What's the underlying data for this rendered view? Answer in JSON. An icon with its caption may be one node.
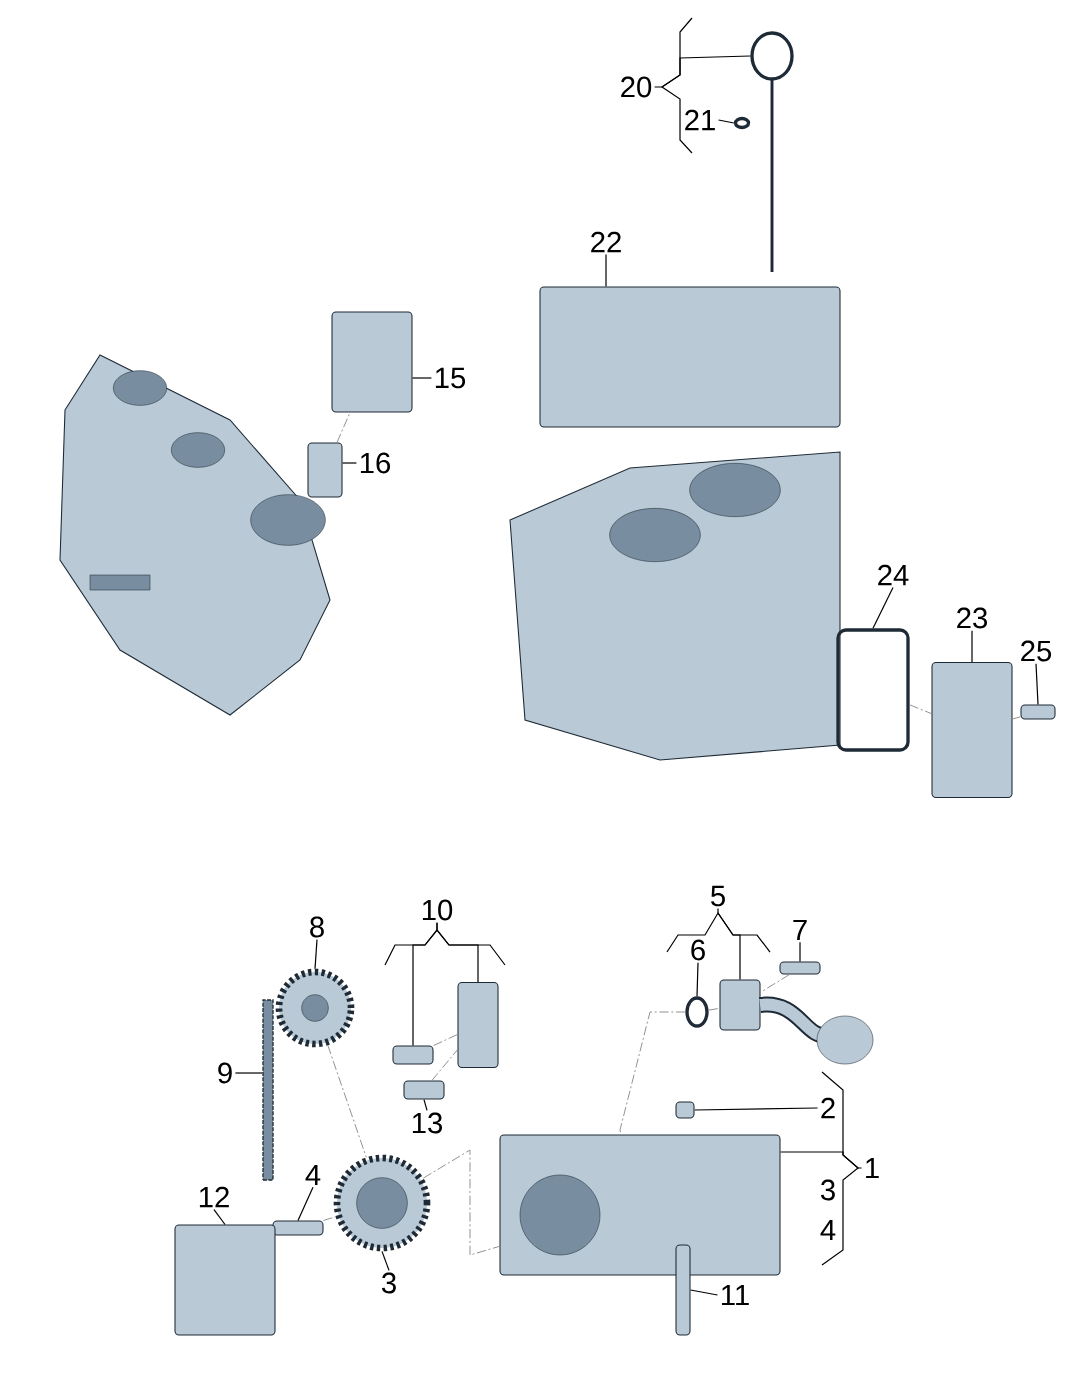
{
  "diagram": {
    "nodes": [
      {
        "text": [
          "20"
        ]
      },
      {
        "text": [
          "21"
        ]
      },
      {
        "text": [
          "22"
        ]
      },
      {
        "text": [
          "15"
        ]
      },
      {
        "text": [
          "16"
        ]
      },
      {
        "text": [
          "24"
        ]
      },
      {
        "text": [
          "23"
        ]
      },
      {
        "text": [
          "25"
        ]
      },
      {
        "text": [
          "10"
        ]
      },
      {
        "text": [
          "8"
        ]
      },
      {
        "text": [
          "9"
        ]
      },
      {
        "text": [
          "13"
        ]
      },
      {
        "text": [
          "5"
        ]
      },
      {
        "text": [
          "6"
        ]
      },
      {
        "text": [
          "7"
        ]
      },
      {
        "text": [
          "2"
        ]
      },
      {
        "text": [
          "1"
        ]
      },
      {
        "text": [
          "4"
        ]
      },
      {
        "text": [
          "12"
        ]
      },
      {
        "text": [
          "3"
        ]
      },
      {
        "text": [
          "11"
        ]
      },
      {
        "text": [],
        "shape": "picture"
      },
      {
        "text": [],
        "shape": "circle"
      },
      {
        "text": [],
        "shape": "box"
      },
      {
        "text": [],
        "shape": "box"
      },
      {
        "text": [],
        "shape": "box"
      },
      {
        "text": [],
        "shape": "box"
      },
      {
        "text": [],
        "shape": "box"
      },
      {
        "text": [],
        "shape": "box"
      },
      {
        "text": [],
        "shape": "box"
      },
      {
        "text": [],
        "shape": "box"
      },
      {
        "text": [],
        "shape": "box"
      },
      {
        "text": [],
        "shape": "picture"
      },
      {
        "text": [],
        "shape": "bar"
      },
      {
        "text": [],
        "shape": "picture"
      },
      {
        "text": [],
        "shape": "circle"
      },
      {
        "text": [],
        "shape": "box"
      },
      {
        "text": [],
        "shape": "box"
      },
      {
        "text": [],
        "shape": "picture"
      },
      {
        "text": [],
        "shape": "box"
      },
      {
        "text": [],
        "shape": "box"
      },
      {
        "text": [],
        "shape": "picture"
      },
      {
        "text": [],
        "shape": "box"
      }
    ],
    "edges": [
      {
        "from": 0,
        "to": 21,
        "arrow": "none"
      },
      {
        "from": 1,
        "to": 22,
        "arrow": "none"
      },
      {
        "from": 2,
        "to": 23,
        "arrow": "none"
      },
      {
        "from": 3,
        "to": 24,
        "arrow": "none"
      },
      {
        "from": 4,
        "to": 25,
        "arrow": "none"
      },
      {
        "from": 5,
        "to": 26,
        "arrow": "none"
      },
      {
        "from": 6,
        "to": 27,
        "arrow": "none"
      },
      {
        "from": 7,
        "to": 28,
        "arrow": "none"
      },
      {
        "from": 8,
        "to": 30,
        "arrow": "none"
      },
      {
        "from": 8,
        "to": 29,
        "arrow": "none"
      },
      {
        "from": 9,
        "to": 32,
        "arrow": "none"
      },
      {
        "from": 10,
        "to": 33,
        "arrow": "none"
      },
      {
        "from": 11,
        "to": 31,
        "arrow": "none"
      },
      {
        "from": 12,
        "to": 34,
        "arrow": "none"
      },
      {
        "from": 13,
        "to": 35,
        "arrow": "none"
      },
      {
        "from": 14,
        "to": 36,
        "arrow": "none"
      },
      {
        "from": 15,
        "to": 37,
        "arrow": "none"
      },
      {
        "from": 16,
        "to": 38,
        "arrow": "none"
      },
      {
        "from": 17,
        "to": 39,
        "arrow": "none"
      },
      {
        "from": 18,
        "to": 40,
        "arrow": "none"
      },
      {
        "from": 19,
        "to": 41,
        "arrow": "none"
      },
      {
        "from": 20,
        "to": 42,
        "arrow": "none"
      },
      {
        "from": 25,
        "to": 24,
        "arrow": "none",
        "style": "dashed",
        "color": "#8a8a8a"
      },
      {
        "from": 26,
        "to": 27,
        "arrow": "none",
        "style": "dashed",
        "color": "#8a8a8a"
      },
      {
        "from": 27,
        "to": 28,
        "arrow": "none",
        "style": "dashed",
        "color": "#8a8a8a"
      },
      {
        "from": 35,
        "to": 34,
        "arrow": "none",
        "style": "dashed",
        "color": "#8a8a8a"
      },
      {
        "from": 39,
        "to": 41,
        "arrow": "none",
        "style": "dashed",
        "color": "#8a8a8a"
      },
      {
        "from": 41,
        "to": 38,
        "arrow": "none",
        "style": "dashed",
        "color": "#8a8a8a"
      },
      {
        "from": 35,
        "to": 38,
        "arrow": "none",
        "style": "dashed",
        "color": "#8a8a8a"
      },
      {
        "from": 36,
        "to": 34,
        "arrow": "none",
        "style": "dashed",
        "color": "#8a8a8a"
      },
      {
        "from": 31,
        "to": 29,
        "arrow": "none",
        "style": "dashed",
        "color": "#8a8a8a"
      },
      {
        "from": 30,
        "to": 29,
        "arrow": "none",
        "style": "dashed",
        "color": "#8a8a8a"
      },
      {
        "from": 32,
        "to": 41,
        "arrow": "none",
        "style": "dashed",
        "color": "#8a8a8a"
      }
    ],
    "labels": [
      "3",
      "4"
    ]
  }
}
